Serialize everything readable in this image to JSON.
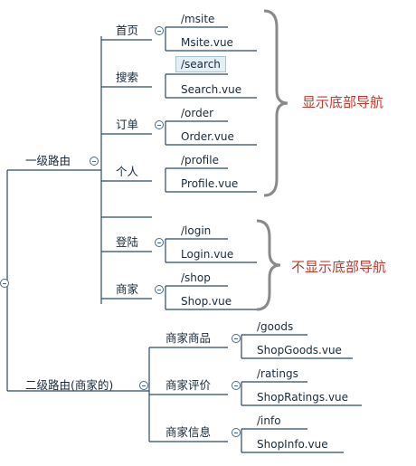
{
  "root": {
    "level1_label": "一级路由",
    "level2_label": "二级路由(商家的)"
  },
  "level1": [
    {
      "label": "首页",
      "path": "/msite",
      "component": "Msite.vue"
    },
    {
      "label": "搜索",
      "path": "/search",
      "component": "Search.vue"
    },
    {
      "label": "订单",
      "path": "/order",
      "component": "Order.vue"
    },
    {
      "label": "个人",
      "path": "/profile",
      "component": "Profile.vue"
    },
    {
      "label": "",
      "path": "",
      "component": ""
    },
    {
      "label": "登陆",
      "path": "/login",
      "component": "Login.vue"
    },
    {
      "label": "商家",
      "path": "/shop",
      "component": "Shop.vue"
    }
  ],
  "level2": [
    {
      "label": "商家商品",
      "path": "/goods",
      "component": "ShopGoods.vue"
    },
    {
      "label": "商家评价",
      "path": "/ratings",
      "component": "ShopRatings.vue"
    },
    {
      "label": "商家信息",
      "path": "/info",
      "component": "ShopInfo.vue"
    }
  ],
  "notes": {
    "show_nav": "显示底部导航",
    "hide_nav": "不显示底部导航"
  },
  "colors": {
    "line": "#2c4a66",
    "note_text": "#c0392b",
    "highlight_bg": "#e4eef5",
    "brace": "#8a8a8a"
  }
}
